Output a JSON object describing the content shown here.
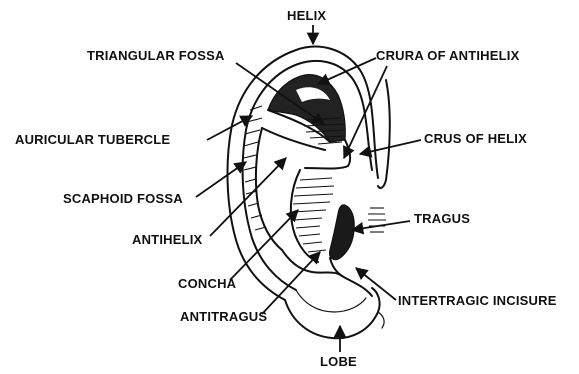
{
  "labels": {
    "helix": "HELIX",
    "triangular_fossa": "TRIANGULAR FOSSA",
    "crura_of_antihelix": "CRURA OF ANTIHELIX",
    "auricular_tubercle": "AURICULAR TUBERCLE",
    "crus_of_helix": "CRUS OF HELIX",
    "scaphoid_fossa": "SCAPHOID FOSSA",
    "tragus": "TRAGUS",
    "antihelix": "ANTIHELIX",
    "concha": "CONCHA",
    "intertragic_incisure": "INTERTRAGIC INCISURE",
    "antitragus": "ANTITRAGUS",
    "lobe": "LOBE"
  },
  "colors": {
    "ink": "#111111",
    "background": "#ffffff"
  }
}
